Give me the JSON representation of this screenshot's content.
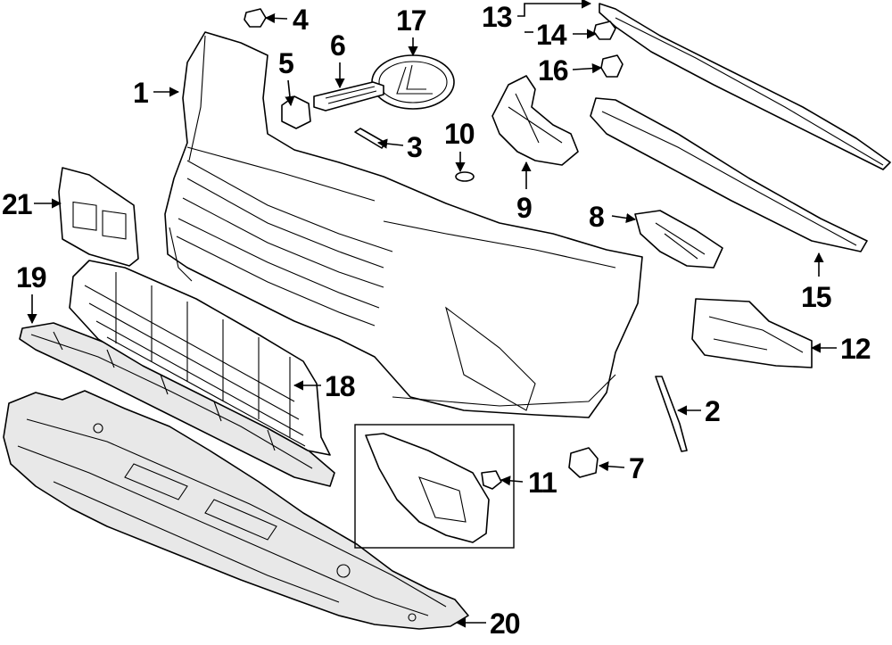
{
  "diagram": {
    "type": "exploded-parts-diagram",
    "callouts": [
      "1",
      "2",
      "3",
      "4",
      "5",
      "6",
      "7",
      "8",
      "9",
      "10",
      "11",
      "12",
      "13",
      "14",
      "15",
      "16",
      "17",
      "18",
      "19",
      "20",
      "21"
    ],
    "colors": {
      "ink": "#000000",
      "paper": "#ffffff"
    }
  }
}
